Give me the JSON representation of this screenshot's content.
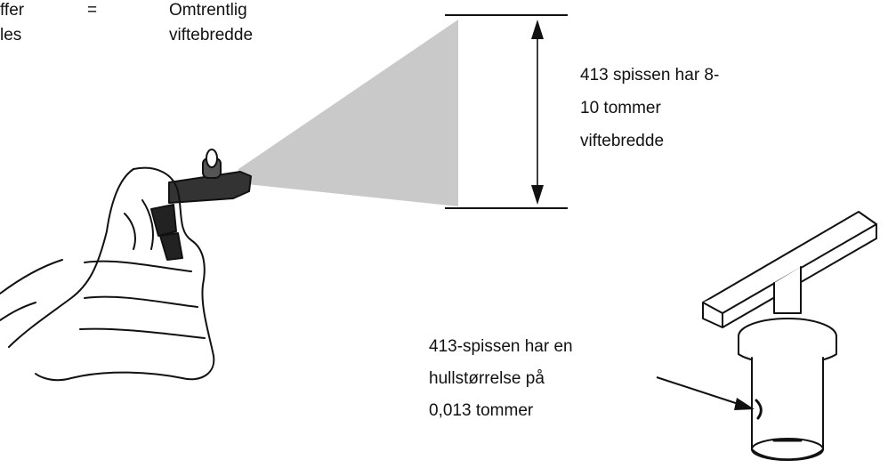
{
  "header": {
    "col1_fragment": "ffer\nles",
    "equals": "=",
    "approx_label": "Omtrentlig\nviftebredde"
  },
  "fan_width": {
    "label": "413 spissen har 8-\n10 tommer\nviftebredde"
  },
  "orifice": {
    "label": "413-spissen har en\nhullstørrelse på\n0,013 tommer"
  },
  "icons": [
    "spray-gun-icon",
    "spray-fan",
    "width-arrow-icon",
    "spray-tip-icon",
    "pointer-arrow-icon"
  ]
}
